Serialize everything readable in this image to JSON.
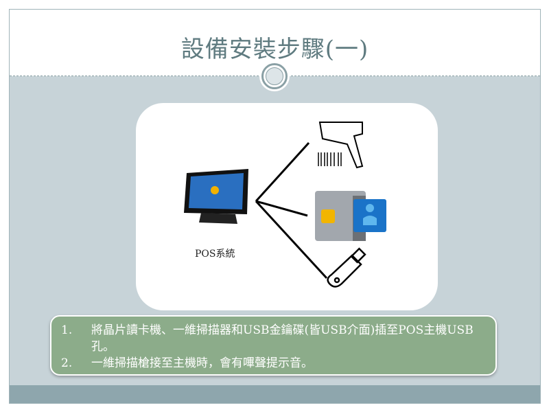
{
  "slide": {
    "title": "設備安裝步驟(一)"
  },
  "diagram": {
    "pos_label": "POS系統",
    "devices": [
      "barcode-scanner",
      "smart-card-reader",
      "usb-flash-drive"
    ]
  },
  "notes": [
    {
      "num": "1.",
      "text": "將晶片讀卡機、一維掃描器和USB金鑰碟(皆USB介面)插至POS主機USB孔。"
    },
    {
      "num": "2.",
      "text": "一維掃描槍接至主機時，會有嗶聲提示音。"
    }
  ]
}
